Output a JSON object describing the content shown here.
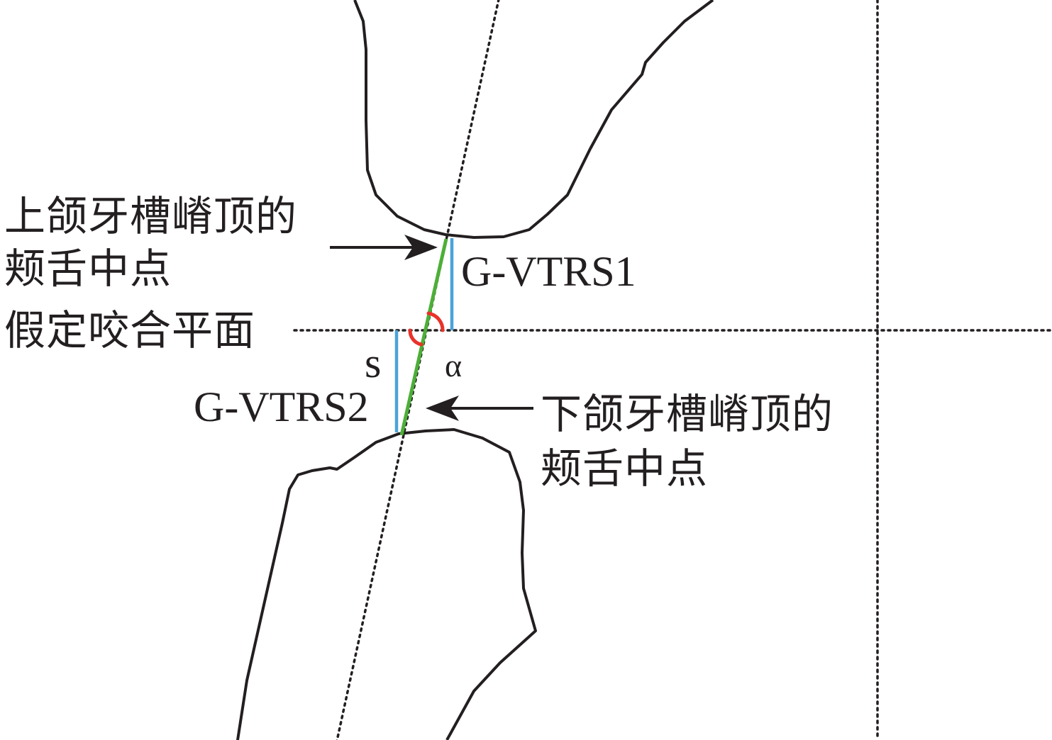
{
  "labels": {
    "upper_ridge_line1": "上颌牙槽嵴顶的",
    "upper_ridge_line2": "颊舌中点",
    "occlusal_plane": "假定咬合平面",
    "g_vtrs1": "G-VTRS1",
    "s_label": "s",
    "alpha_label": "α",
    "g_vtrs2": "G-VTRS2",
    "lower_ridge_line1": "下颌牙槽嵴顶的",
    "lower_ridge_line2": "颊舌中点"
  },
  "colors": {
    "outline": "#231f20",
    "blue_segment": "#4aa3d8",
    "green_segment": "#4caf38",
    "red_angle": "#e8332a"
  }
}
